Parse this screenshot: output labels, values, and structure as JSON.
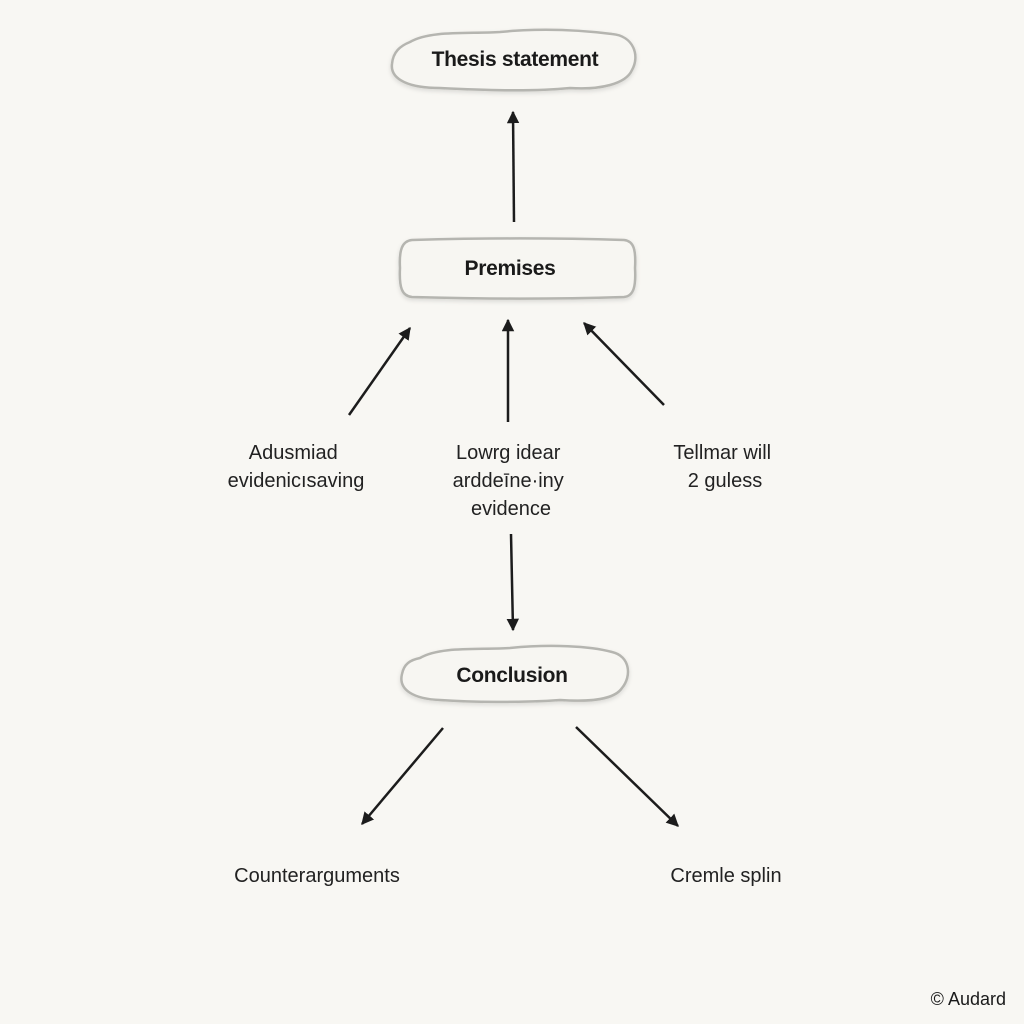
{
  "diagram": {
    "nodes": {
      "thesis": "Thesis statement",
      "premises": "Premises",
      "conclusion": "Conclusion"
    },
    "evidence": {
      "left": [
        "Adusmiad",
        "evidenicısaving"
      ],
      "center": [
        "Lowrg idear",
        "arddeīne·iny",
        "evidence"
      ],
      "right": [
        "Tellmar will",
        "2 guless"
      ]
    },
    "outcomes": {
      "left": "Counterarguments",
      "right": "Cremle splin"
    },
    "copyright": "© Audard",
    "colors": {
      "background": "#f8f7f3",
      "node_fill": "#f7f6f2",
      "node_border": "#b5b5b0",
      "arrow": "#1c1c1c",
      "text": "#1a1a1a"
    }
  }
}
